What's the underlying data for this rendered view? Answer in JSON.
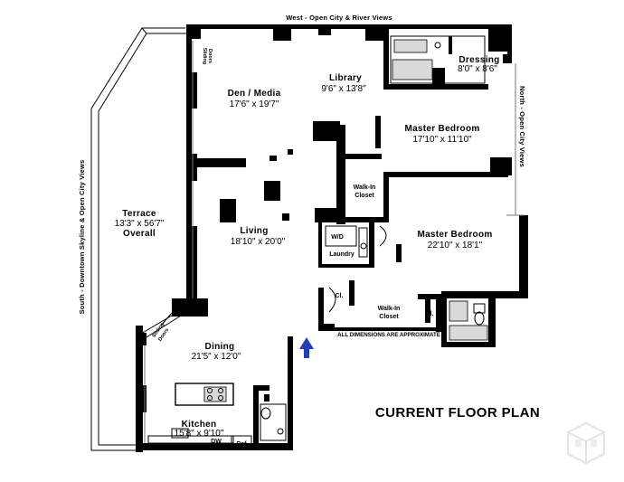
{
  "orientation": {
    "west": "West - Open City & River Views",
    "north": "North - Open City Views",
    "south": "South - Downtown Skyline & Open City Views"
  },
  "rooms": {
    "library": {
      "name": "Library",
      "dims": "9'6\" x 13'8\""
    },
    "dressing": {
      "name": "Dressing",
      "dims": "8'0\" x 8'6\""
    },
    "den": {
      "name": "Den / Media",
      "dims": "17'6\" x 19'7\""
    },
    "master_bedroom_1": {
      "name": "Master Bedroom",
      "dims": "17'10\" x 11'10\""
    },
    "master_bedroom_2": {
      "name": "Master Bedroom",
      "dims": "22'10\" x 18'1\""
    },
    "terrace": {
      "name": "Terrace",
      "dims": "13'3\" x 56'7\"",
      "extra": "Overall"
    },
    "living": {
      "name": "Living",
      "dims": "18'10\" x 20'0\""
    },
    "dining": {
      "name": "Dining",
      "dims": "21'5\" x 12'0\""
    },
    "kitchen": {
      "name": "Kitchen",
      "dims": "15'8\" x 9'10\""
    }
  },
  "labels": {
    "walk_in_closet_1": [
      "Walk-In",
      "Closet"
    ],
    "walk_in_closet_2": [
      "Walk-In",
      "Closet"
    ],
    "wd": "W/D",
    "laundry": "Laundry",
    "cl_1": "Cl.",
    "cl_2": "Cl.",
    "dw": "DW",
    "ref": "Ref",
    "sliding_doors_1": [
      "Sliding",
      "Doors"
    ],
    "sliding_doors_2": [
      "Sliding",
      "Doors"
    ]
  },
  "note": "All Dimensions are Approximate",
  "plan_title": "Current Floor Plan",
  "colors": {
    "walls": "#000000",
    "entry_arrow": "#1f3fbf",
    "fixtures": "#d9d9d9",
    "watermark": "#e6e6e6"
  },
  "icons": {
    "entry": "entry-arrow-icon",
    "watermark": "cube-logo-icon"
  }
}
